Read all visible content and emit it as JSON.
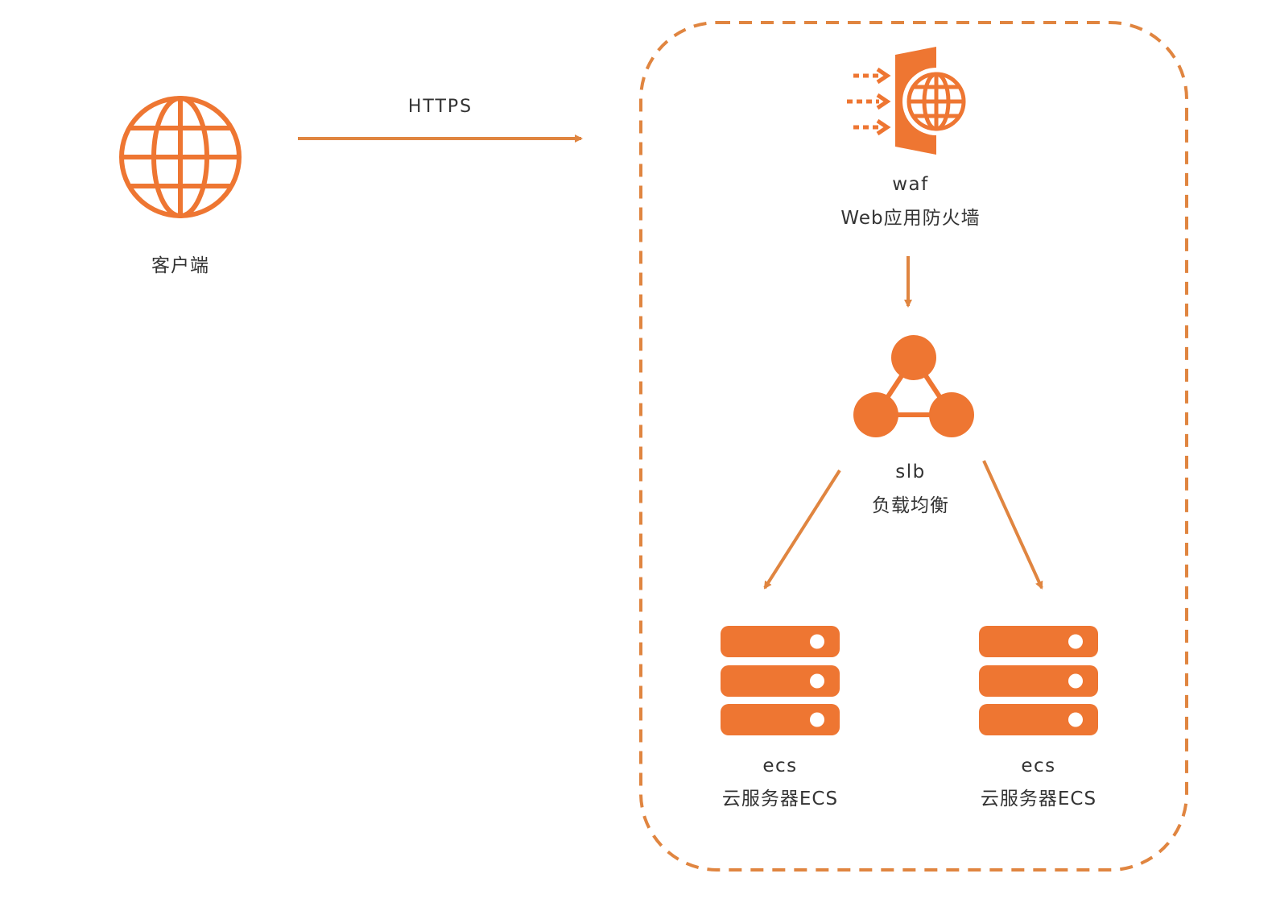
{
  "colors": {
    "accent": "#ee7632",
    "arrow": "#e08540",
    "text": "#333333",
    "background": "#ffffff"
  },
  "client": {
    "icon": "globe-icon",
    "label": "客户端"
  },
  "connection": {
    "label": "HTTPS"
  },
  "cloud_group": {
    "border": "dashed",
    "waf": {
      "icon": "waf-firewall-icon",
      "name": "waf",
      "description": "Web应用防火墙"
    },
    "slb": {
      "icon": "load-balancer-icon",
      "name": "slb",
      "description": "负载均衡"
    },
    "ecs": [
      {
        "icon": "server-icon",
        "name": "ecs",
        "description": "云服务器ECS"
      },
      {
        "icon": "server-icon",
        "name": "ecs",
        "description": "云服务器ECS"
      }
    ]
  }
}
